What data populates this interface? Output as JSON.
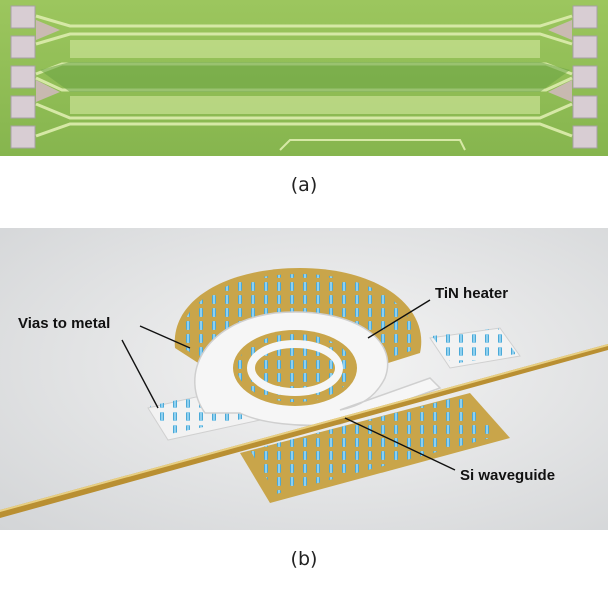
{
  "figure": {
    "panel_a": {
      "caption": "(a)"
    },
    "panel_b": {
      "caption": "(b)",
      "labels": {
        "vias": "Vias to metal",
        "heater": "TiN heater",
        "waveguide": "Si waveguide"
      }
    }
  },
  "colors": {
    "chip_green": "#8fbe56",
    "chip_light": "#cfe39e",
    "pad_pink": "#d8c7cf",
    "gold": "#c9a54a",
    "via_blue": "#4aa9d8",
    "heater_white": "#f4f4f4"
  }
}
